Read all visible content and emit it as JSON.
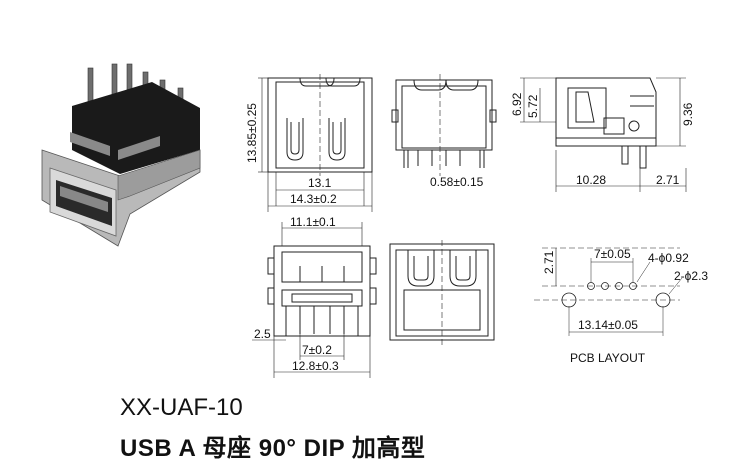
{
  "model_number": "XX-UAF-10",
  "product_description": "USB A 母座 90° DIP 加高型",
  "front_view": {
    "height_dim": "13.85±0.25",
    "inner_width_dim": "13.1",
    "overall_width_dim": "14.3±0.2"
  },
  "side_view": {
    "pin_pitch_dim": "0.58±0.15"
  },
  "profile_view": {
    "dim_a": "6.92",
    "dim_b": "5.72",
    "dim_c": "9.36",
    "dim_d": "10.28",
    "dim_e": "2.71"
  },
  "bottom_view": {
    "shell_width_dim": "11.1±0.1",
    "offset_dim": "2.5",
    "pin_pitch_dim": "7±0.2",
    "overall_dim": "12.8±0.3"
  },
  "pcb_layout": {
    "title": "PCB LAYOUT",
    "row_offset_dim": "2.71",
    "pin_span_dim": "7±0.05",
    "signal_holes_dim": "4-ϕ0.92",
    "mount_holes_dim": "2-ϕ2.3",
    "mount_span_dim": "13.14±0.05"
  }
}
